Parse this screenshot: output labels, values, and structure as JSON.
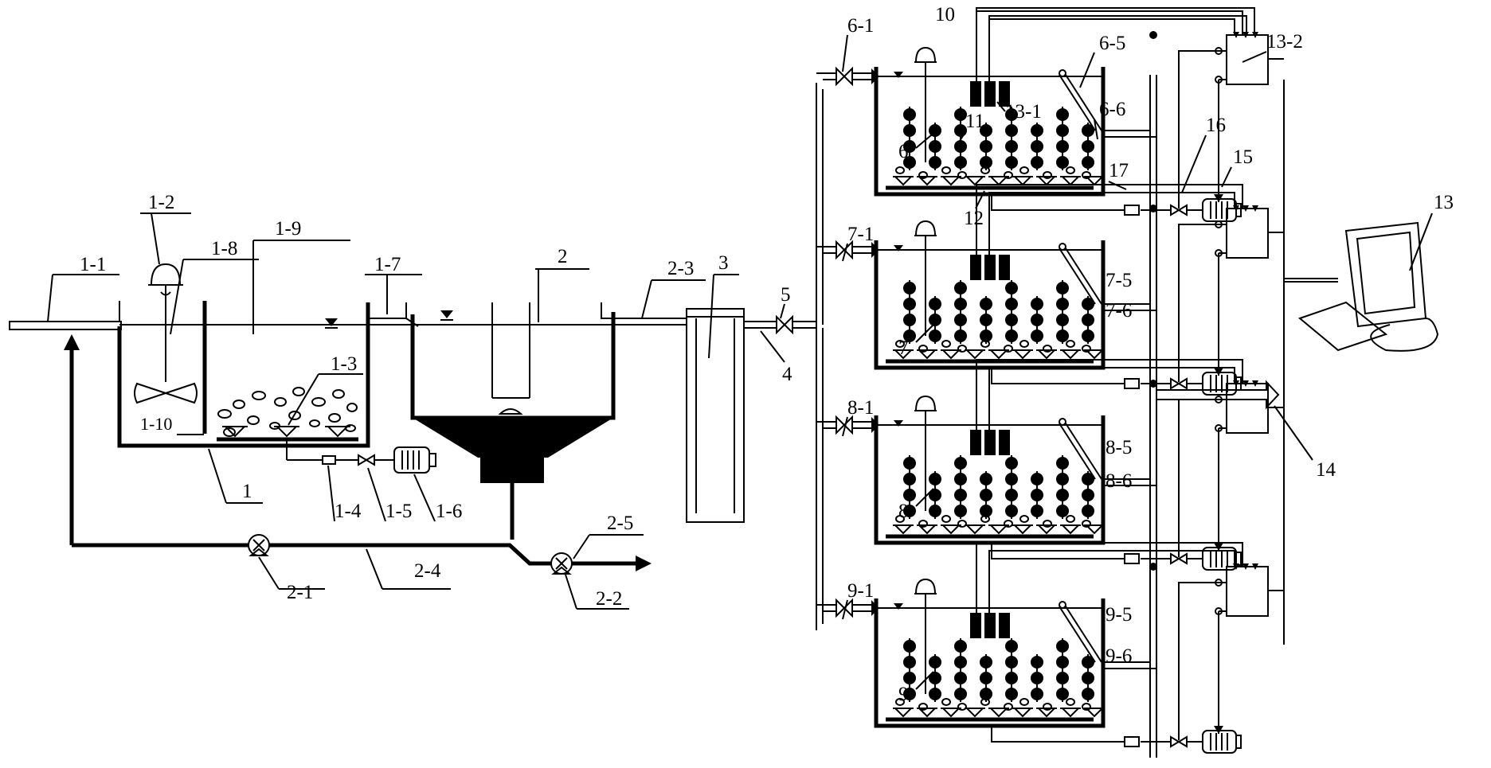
{
  "diagram": {
    "labels": {
      "l_1_1": "1-1",
      "l_1_2": "1-2",
      "l_1_8": "1-8",
      "l_1_9": "1-9",
      "l_1_7": "1-7",
      "l_2": "2",
      "l_2_3": "2-3",
      "l_3": "3",
      "l_5": "5",
      "l_4": "4",
      "l_1_3": "1-3",
      "l_1_10": "1-10",
      "l_1": "1",
      "l_1_4": "1-4",
      "l_1_5": "1-5",
      "l_1_6": "1-6",
      "l_2_1": "2-1",
      "l_2_4": "2-4",
      "l_2_5": "2-5",
      "l_2_2": "2-2",
      "l_6_1": "6-1",
      "l_10": "10",
      "l_6_5": "6-5",
      "l_13_1": "13-1",
      "l_13_2": "13-2",
      "l_11": "11",
      "l_6": "6",
      "l_6_6": "6-6",
      "l_16": "16",
      "l_15": "15",
      "l_17": "17",
      "l_12": "12",
      "l_13": "13",
      "l_7_1": "7-1",
      "l_7": "7",
      "l_7_5": "7-5",
      "l_7_6": "7-6",
      "l_8_1": "8-1",
      "l_8": "8",
      "l_8_5": "8-5",
      "l_8_6": "8-6",
      "l_9_1": "9-1",
      "l_9": "9",
      "l_9_5": "9-5",
      "l_9_6": "9-6",
      "l_14": "14"
    }
  }
}
